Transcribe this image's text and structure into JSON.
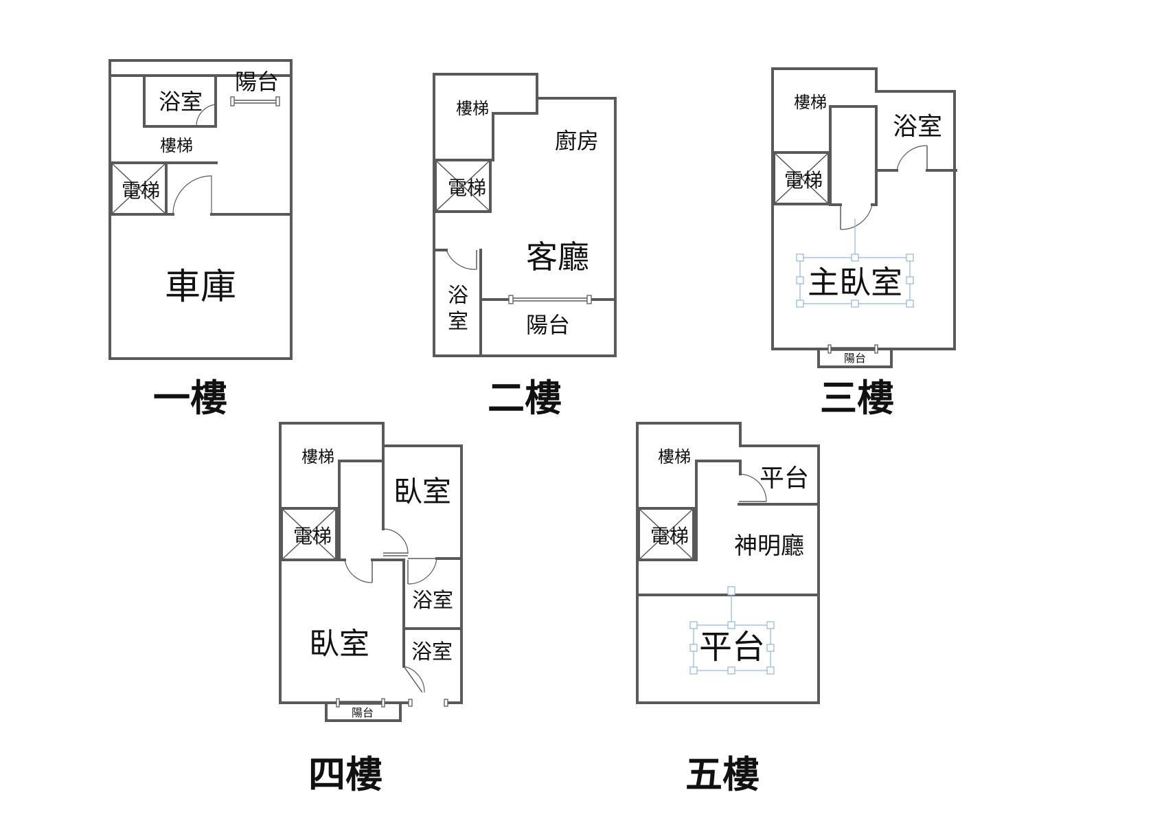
{
  "floors": [
    {
      "title": "一樓",
      "rooms": {
        "bathroom": "浴室",
        "balcony": "陽台",
        "stairs": "樓梯",
        "elevator": "電梯",
        "garage": "車庫"
      }
    },
    {
      "title": "二樓",
      "rooms": {
        "stairs": "樓梯",
        "kitchen": "廚房",
        "elevator": "電梯",
        "living_room": "客廳",
        "bath_top": "浴",
        "bath_bottom": "室",
        "balcony": "陽台"
      }
    },
    {
      "title": "三樓",
      "rooms": {
        "stairs": "樓梯",
        "bathroom": "浴室",
        "elevator": "電梯",
        "master_bedroom": "主臥室",
        "balcony": "陽台"
      }
    },
    {
      "title": "四樓",
      "rooms": {
        "stairs": "樓梯",
        "bedroom_top": "臥室",
        "elevator": "電梯",
        "bath_upper": "浴室",
        "bedroom_main": "臥室",
        "bath_lower": "浴室",
        "balcony": "陽台"
      }
    },
    {
      "title": "五樓",
      "rooms": {
        "stairs": "樓梯",
        "terrace_top": "平台",
        "elevator": "電梯",
        "shrine_room": "神明廳",
        "terrace_main": "平台"
      }
    }
  ]
}
